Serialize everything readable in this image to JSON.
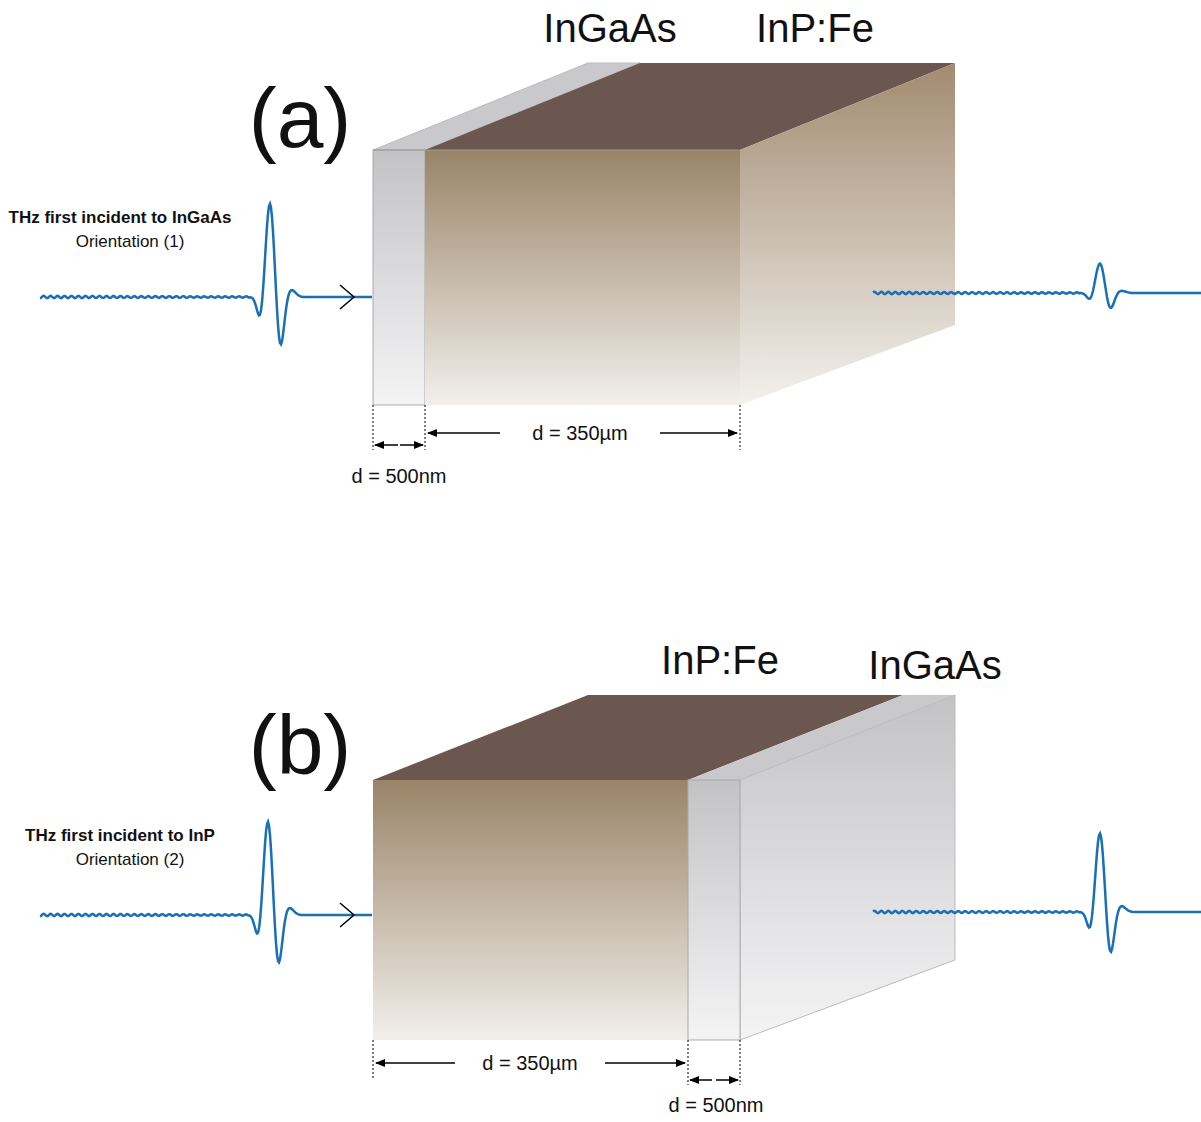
{
  "diagram": {
    "labels": [
      "(a)",
      "InGaAs",
      "InP:Fe",
      "THz first incident to InGaAs",
      "Orientation (1)",
      "d = 500nm",
      "d = 350µm",
      "(b)",
      "InP:Fe",
      "InGaAs",
      "THz first incident to InP",
      "Orientation (2)",
      "d = 350µm",
      "d = 500nm"
    ]
  }
}
